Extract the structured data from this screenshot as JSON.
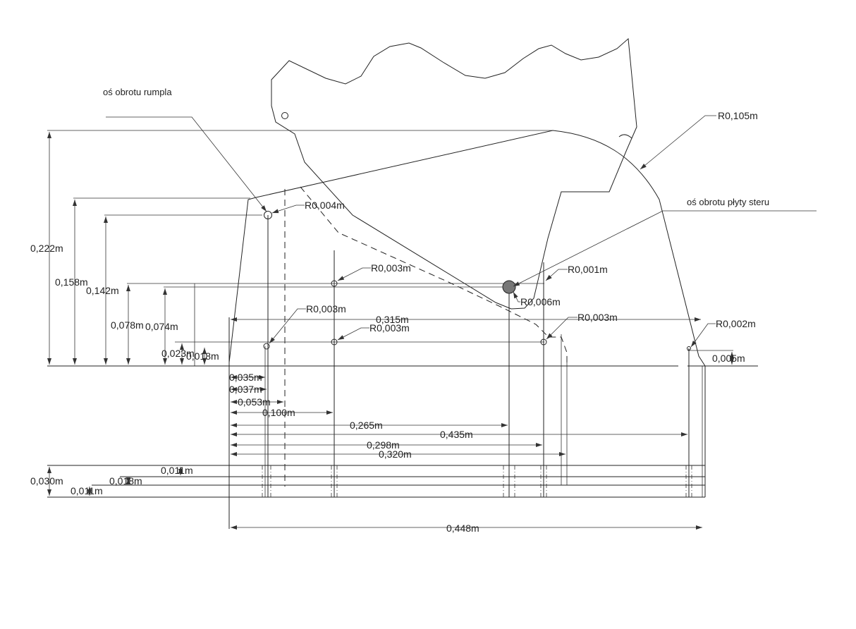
{
  "annotations": {
    "tiller_axis": "oś obrotu rumpla",
    "rudder_plate_axis": "oś obrotu płyty steru"
  },
  "radii": {
    "r_0105": "R0,105m",
    "r_0004": "R0,004m",
    "r_0003_upper": "R0,003m",
    "r_0001": "R0,001m",
    "r_0006": "R0,006m",
    "r_0003_left": "R0,003m",
    "r_0003_mid": "R0,003m",
    "r_0003_right": "R0,003m",
    "r_0002": "R0,002m"
  },
  "vertical_dims": {
    "h_0222": "0,222m",
    "h_0158": "0,158m",
    "h_0142": "0,142m",
    "h_0078": "0,078m",
    "h_0074": "0,074m",
    "h_0023": "0,023m",
    "h_0018": "0,018m",
    "h_0005": "0,005m",
    "h_0030": "0,030m",
    "h_0011_top": "0,011m",
    "h_0018_bottom": "0,018m",
    "h_0011_bottom": "0,011m"
  },
  "horizontal_dims": {
    "w_0315": "0,315m",
    "w_0035": "0,035m",
    "w_0037": "0,037m",
    "w_0053": "0,053m",
    "w_0100": "0,100m",
    "w_0265": "0,265m",
    "w_0435": "0,435m",
    "w_0298": "0,298m",
    "w_0320": "0,320m",
    "w_0448": "0,448m"
  }
}
